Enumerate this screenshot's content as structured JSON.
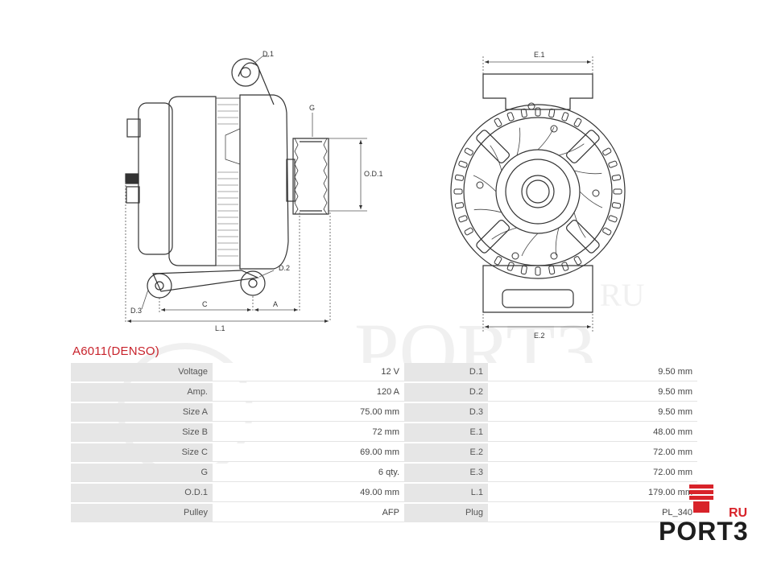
{
  "title": "A6011(DENSO)",
  "dimension_labels": {
    "d1": "D.1",
    "d2": "D.2",
    "d3": "D.3",
    "g": "G",
    "od1": "O.D.1",
    "c": "C",
    "a": "A",
    "l1": "L.1",
    "e1": "E.1",
    "e2": "E.2"
  },
  "specs": [
    {
      "k1": "Voltage",
      "v1": "12 V",
      "k2": "D.1",
      "v2": "9.50 mm"
    },
    {
      "k1": "Amp.",
      "v1": "120 A",
      "k2": "D.2",
      "v2": "9.50 mm"
    },
    {
      "k1": "Size A",
      "v1": "75.00 mm",
      "k2": "D.3",
      "v2": "9.50 mm"
    },
    {
      "k1": "Size B",
      "v1": "72 mm",
      "k2": "E.1",
      "v2": "48.00 mm"
    },
    {
      "k1": "Size C",
      "v1": "69.00 mm",
      "k2": "E.2",
      "v2": "72.00 mm"
    },
    {
      "k1": "G",
      "v1": "6 qty.",
      "k2": "E.3",
      "v2": "72.00 mm"
    },
    {
      "k1": "O.D.1",
      "v1": "49.00 mm",
      "k2": "L.1",
      "v2": "179.00 mm"
    },
    {
      "k1": "Pulley",
      "v1": "AFP",
      "k2": "Plug",
      "v2": "PL_340"
    }
  ],
  "logo": {
    "text": "PORT3",
    "suffix": "RU",
    "accent_color": "#d8232a"
  },
  "watermark": {
    "text": "PORT3",
    "suffix": "RU"
  }
}
